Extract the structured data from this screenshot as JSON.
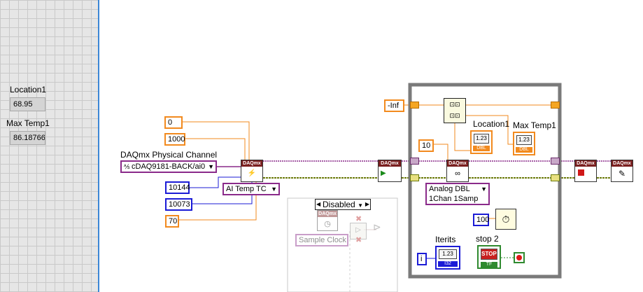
{
  "front_panel": {
    "location": {
      "label": "Location1",
      "value": "68.95"
    },
    "max_temp": {
      "label": "Max Temp1",
      "value": "86.18766"
    }
  },
  "diagram": {
    "constants": {
      "c0": "0",
      "c1000": "1000",
      "c10144": "10144",
      "c10073": "10073",
      "c70": "70",
      "inf": "-Inf",
      "ten": "10",
      "hundred": "100",
      "iter": "i"
    },
    "physical_channel": {
      "label": "DAQmx Physical Channel",
      "value": "cDAQ9181-BACK/ai0"
    },
    "ai_temp_tc": "AI Temp TC",
    "read_mode": {
      "line1": "Analog DBL",
      "line2": "1Chan 1Samp"
    },
    "disabled_structure": {
      "selector": "Disabled",
      "sample_clock": "Sample Clock"
    },
    "loop_labels": {
      "location": "Location1",
      "max_temp": "Max Temp1",
      "iterits": "Iterits",
      "stop": "stop 2"
    },
    "stop_button": "STOP",
    "vi_header": "DAQmx",
    "indicator_value": "1.23",
    "dbl_tag": "DBL",
    "i32_tag": "I32",
    "tf_tag": "TF",
    "colors": {
      "orange_wire": "#f28a1e",
      "blue_wire": "#1b1bd6",
      "purple_wire": "#8a2a8a",
      "green_wire": "#2f8a2f",
      "loop_border": "#7a7a7a"
    }
  }
}
